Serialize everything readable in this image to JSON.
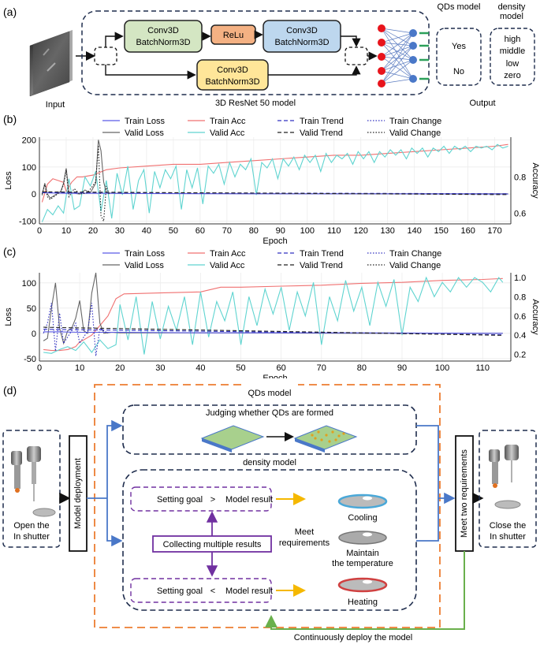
{
  "panel_a": {
    "label": "(a)",
    "input_label": "Input",
    "blocks": {
      "conv_green": [
        "Conv3D",
        "BatchNorm3D"
      ],
      "relu": "ReLu",
      "conv_blue": [
        "Conv3D",
        "BatchNorm3D"
      ],
      "conv_yellow": [
        "Conv3D",
        "BatchNorm3D"
      ]
    },
    "model_label": "3D ResNet 50 model",
    "output_label": "Output",
    "qds_model": {
      "title": "QDs model",
      "options": [
        "Yes",
        "No"
      ]
    },
    "density_model": {
      "title": [
        "density",
        "model"
      ],
      "options": [
        "high",
        "middle",
        "low",
        "zero"
      ]
    }
  },
  "legend": {
    "items": [
      {
        "label": "Train Loss",
        "color": "#5a5ae6",
        "dash": "solid"
      },
      {
        "label": "Train Acc",
        "color": "#f07070",
        "dash": "solid"
      },
      {
        "label": "Train Trend",
        "color": "#3030c0",
        "dash": "dashed"
      },
      {
        "label": "Train Change",
        "color": "#3030c0",
        "dash": "dotted"
      },
      {
        "label": "Valid Loss",
        "color": "#666666",
        "dash": "solid"
      },
      {
        "label": "Valid Acc",
        "color": "#5fd4d0",
        "dash": "solid"
      },
      {
        "label": "Valid Trend",
        "color": "#222222",
        "dash": "dashed"
      },
      {
        "label": "Valid Change",
        "color": "#222222",
        "dash": "dotted"
      }
    ]
  },
  "chart_data": [
    {
      "panel": "(b)",
      "type": "line",
      "xlabel": "Epoch",
      "ylabel": "Loss",
      "y2label": "Accuracy",
      "xlim": [
        0,
        176
      ],
      "ylim": [
        -110,
        210
      ],
      "y2lim": [
        0.54,
        1.02
      ],
      "xticks": [
        0,
        10,
        20,
        30,
        40,
        50,
        60,
        70,
        80,
        90,
        100,
        110,
        120,
        130,
        140,
        150,
        160,
        170
      ],
      "yticks": [
        -100,
        0,
        100,
        200
      ],
      "y2ticks": [
        0.6,
        0.8
      ],
      "series": [
        {
          "name": "Train Acc",
          "axis": "y2",
          "x": [
            1,
            3,
            5,
            7,
            9,
            10,
            12,
            14,
            16,
            20,
            25,
            30,
            40,
            50,
            60,
            70,
            80,
            90,
            100,
            110,
            120,
            130,
            140,
            150,
            160,
            170,
            175
          ],
          "values": [
            0.66,
            0.76,
            0.79,
            0.78,
            0.77,
            0.72,
            0.77,
            0.8,
            0.8,
            0.81,
            0.84,
            0.85,
            0.86,
            0.87,
            0.87,
            0.88,
            0.89,
            0.9,
            0.91,
            0.92,
            0.92,
            0.93,
            0.94,
            0.95,
            0.96,
            0.97,
            0.98
          ]
        },
        {
          "name": "Valid Acc",
          "axis": "y2",
          "x": [
            1,
            3,
            5,
            7,
            9,
            11,
            13,
            15,
            17,
            19,
            21,
            23,
            25,
            27,
            29,
            31,
            33,
            35,
            37,
            39,
            41,
            43,
            45,
            47,
            49,
            51,
            53,
            55,
            57,
            59,
            61,
            63,
            65,
            67,
            69,
            71,
            73,
            75,
            77,
            79,
            81,
            83,
            85,
            87,
            89,
            91,
            93,
            95,
            97,
            99,
            101,
            103,
            105,
            107,
            109,
            111,
            113,
            115,
            117,
            119,
            121,
            123,
            125,
            127,
            129,
            131,
            133,
            135,
            137,
            139,
            141,
            143,
            145,
            147,
            149,
            151,
            153,
            155,
            157,
            159,
            161,
            163,
            165,
            167,
            169,
            171,
            173,
            175
          ],
          "values": [
            0.55,
            0.62,
            0.59,
            0.64,
            0.6,
            0.79,
            0.62,
            0.64,
            0.8,
            0.75,
            0.83,
            0.61,
            0.78,
            0.57,
            0.82,
            0.7,
            0.86,
            0.62,
            0.78,
            0.84,
            0.6,
            0.83,
            0.74,
            0.84,
            0.79,
            0.86,
            0.62,
            0.84,
            0.74,
            0.85,
            0.65,
            0.86,
            0.82,
            0.87,
            0.76,
            0.88,
            0.8,
            0.87,
            0.84,
            0.9,
            0.7,
            0.88,
            0.85,
            0.9,
            0.79,
            0.9,
            0.86,
            0.91,
            0.84,
            0.92,
            0.88,
            0.92,
            0.83,
            0.93,
            0.88,
            0.92,
            0.9,
            0.93,
            0.87,
            0.94,
            0.9,
            0.94,
            0.88,
            0.94,
            0.91,
            0.95,
            0.92,
            0.95,
            0.9,
            0.96,
            0.93,
            0.96,
            0.91,
            0.96,
            0.94,
            0.97,
            0.93,
            0.97,
            0.95,
            0.97,
            0.94,
            0.97,
            0.96,
            0.97,
            0.95,
            0.98,
            0.96,
            0.97
          ]
        },
        {
          "name": "Valid Loss",
          "axis": "y",
          "x": [
            1,
            2,
            3,
            4,
            8,
            9,
            10,
            11,
            12,
            15,
            17,
            19,
            21,
            22,
            23,
            24,
            25,
            30,
            60,
            100,
            175
          ],
          "values": [
            -5,
            40,
            0,
            -15,
            10,
            40,
            95,
            5,
            5,
            0,
            15,
            5,
            40,
            200,
            160,
            45,
            5,
            2,
            2,
            1,
            1
          ]
        },
        {
          "name": "Train Loss",
          "axis": "y",
          "x": [
            1,
            5,
            10,
            20,
            40,
            80,
            120,
            175
          ],
          "values": [
            5,
            4,
            3,
            3,
            2,
            1,
            1,
            0
          ]
        },
        {
          "name": "Valid Change",
          "axis": "y",
          "x": [
            1,
            2,
            3,
            4,
            8,
            9,
            10,
            11,
            13,
            15,
            18,
            21,
            22,
            23,
            24,
            25,
            26
          ],
          "values": [
            0,
            35,
            -10,
            -20,
            10,
            35,
            90,
            -10,
            20,
            0,
            5,
            45,
            180,
            -80,
            -100,
            30,
            0
          ]
        },
        {
          "name": "Train Trend",
          "axis": "y",
          "x": [
            1,
            175
          ],
          "values": [
            6,
            1
          ]
        },
        {
          "name": "Valid Trend",
          "axis": "y",
          "x": [
            1,
            175
          ],
          "values": [
            8,
            -2
          ]
        }
      ]
    },
    {
      "panel": "(c)",
      "type": "line",
      "xlabel": "Epoch",
      "ylabel": "Loss",
      "y2label": "Accuracy",
      "xlim": [
        0,
        117
      ],
      "ylim": [
        -55,
        120
      ],
      "y2lim": [
        0.13,
        1.05
      ],
      "xticks": [
        0,
        10,
        20,
        30,
        40,
        50,
        60,
        70,
        80,
        90,
        100,
        110
      ],
      "yticks": [
        -50,
        0,
        50,
        100
      ],
      "y2ticks": [
        0.2,
        0.4,
        0.6,
        0.8,
        1.0
      ],
      "series": [
        {
          "name": "Train Acc",
          "axis": "y2",
          "x": [
            1,
            3,
            5,
            7,
            9,
            10,
            11,
            13,
            15,
            17,
            19,
            21,
            30,
            40,
            45,
            50,
            60,
            70,
            80,
            90,
            100,
            110,
            115
          ],
          "values": [
            0.25,
            0.24,
            0.24,
            0.25,
            0.28,
            0.33,
            0.35,
            0.4,
            0.5,
            0.6,
            0.78,
            0.83,
            0.84,
            0.85,
            0.9,
            0.9,
            0.91,
            0.92,
            0.94,
            0.95,
            0.97,
            0.98,
            0.99
          ]
        },
        {
          "name": "Valid Acc",
          "axis": "y2",
          "x": [
            1,
            3,
            5,
            7,
            9,
            11,
            13,
            15,
            17,
            19,
            20,
            22,
            24,
            26,
            28,
            30,
            32,
            34,
            36,
            38,
            40,
            42,
            44,
            46,
            48,
            50,
            52,
            54,
            56,
            58,
            60,
            62,
            64,
            66,
            68,
            70,
            72,
            74,
            76,
            78,
            80,
            82,
            84,
            86,
            88,
            90,
            92,
            94,
            96,
            98,
            100,
            102,
            104,
            106,
            108,
            110,
            112,
            114,
            115
          ],
          "values": [
            0.22,
            0.21,
            0.25,
            0.28,
            0.24,
            0.33,
            0.22,
            0.35,
            0.26,
            0.3,
            0.72,
            0.35,
            0.8,
            0.2,
            0.75,
            0.36,
            0.7,
            0.45,
            0.8,
            0.3,
            0.85,
            0.38,
            0.75,
            0.55,
            0.85,
            0.3,
            0.8,
            0.5,
            0.88,
            0.62,
            0.9,
            0.45,
            0.85,
            0.6,
            0.95,
            0.3,
            0.8,
            0.55,
            0.97,
            0.65,
            0.9,
            0.5,
            0.95,
            0.7,
            0.98,
            0.4,
            0.9,
            0.75,
            1.0,
            0.8,
            0.95,
            0.85,
            1.0,
            0.9,
            1.0,
            0.95,
            0.85,
            1.0,
            0.95
          ]
        },
        {
          "name": "Valid Loss",
          "axis": "y",
          "x": [
            1,
            2,
            3,
            4,
            5,
            6,
            7,
            8,
            9,
            10,
            11,
            12,
            13,
            14,
            15,
            16,
            18,
            20,
            40,
            80,
            115
          ],
          "values": [
            -15,
            -10,
            50,
            100,
            10,
            -20,
            5,
            10,
            30,
            65,
            5,
            0,
            80,
            120,
            20,
            0,
            2,
            1,
            1,
            0,
            0
          ]
        },
        {
          "name": "Train Loss",
          "axis": "y",
          "x": [
            1,
            5,
            10,
            20,
            40,
            80,
            115
          ],
          "values": [
            3,
            3,
            2,
            2,
            1,
            1,
            0
          ]
        },
        {
          "name": "Train Change",
          "axis": "y",
          "x": [
            1,
            2,
            3,
            4,
            5,
            6,
            8,
            9,
            10,
            12,
            13,
            14,
            15,
            17
          ],
          "values": [
            0,
            20,
            60,
            -35,
            40,
            -20,
            5,
            20,
            -20,
            5,
            60,
            -45,
            10,
            0
          ]
        },
        {
          "name": "Train Trend",
          "axis": "y",
          "x": [
            1,
            115
          ],
          "values": [
            8,
            -3
          ]
        },
        {
          "name": "Valid Trend",
          "axis": "y",
          "x": [
            1,
            115
          ],
          "values": [
            12,
            -4
          ]
        }
      ]
    }
  ],
  "panel_d": {
    "label": "(d)",
    "qds_model_title": "QDs model",
    "judging_text": "Judging whether QDs are formed",
    "density_model_title": "density model",
    "model_deployment": "Model deployment",
    "open_label": [
      "Open the",
      "In shutter"
    ],
    "close_label": [
      "Close the",
      "In shutter"
    ],
    "meet_two": "Meet two requirements",
    "goal_top": {
      "left": "Setting goal",
      "op": ">",
      "right": "Model result"
    },
    "goal_bottom": {
      "left": "Setting goal",
      "op": "<",
      "right": "Model result"
    },
    "collecting": "Collecting multiple results",
    "meet_requirements": [
      "Meet",
      "requirements"
    ],
    "cooling": "Cooling",
    "maintain": [
      "Maintain",
      "the temperature"
    ],
    "heating": "Heating",
    "continuous": "Continuously deploy the model"
  }
}
